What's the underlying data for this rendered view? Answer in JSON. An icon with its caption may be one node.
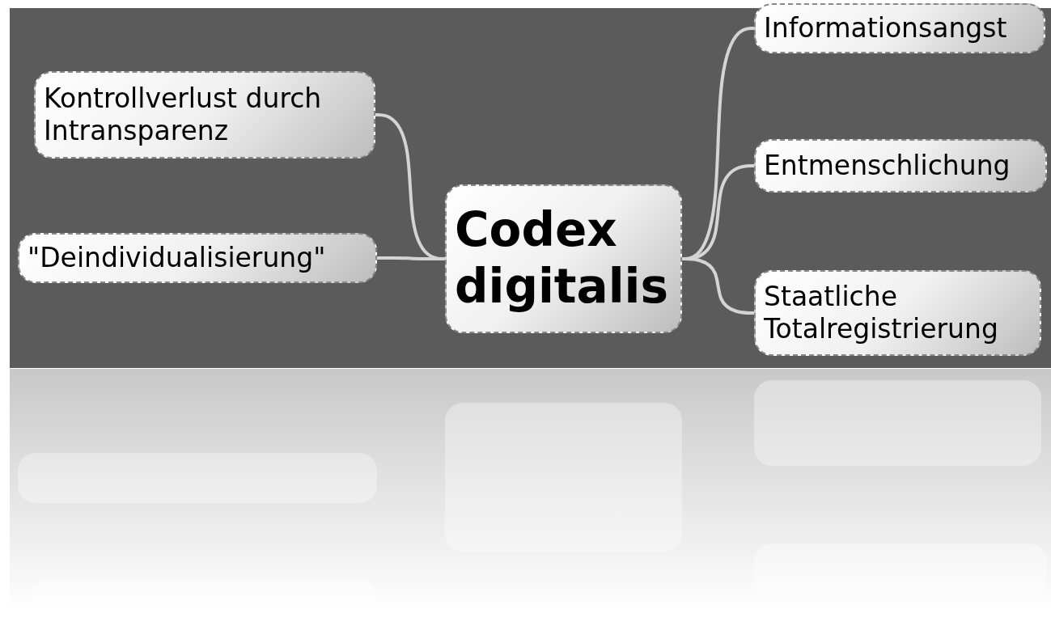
{
  "diagram": {
    "nodes": [
      {
        "text": [
          "Codex digitalis"
        ]
      },
      {
        "text": [
          "Kontrollverlust durch Intransparenz"
        ]
      },
      {
        "text": [
          "\"Deindividualisierung\""
        ]
      },
      {
        "text": [
          "Informationsangst"
        ]
      },
      {
        "text": [
          "Entmenschlichung"
        ]
      },
      {
        "text": [
          "Staatliche Totalregistrierung"
        ]
      }
    ],
    "edges": [
      {
        "from": 0,
        "to": 1,
        "arrow": "none"
      },
      {
        "from": 0,
        "to": 2,
        "arrow": "none"
      },
      {
        "from": 0,
        "to": 3,
        "arrow": "none"
      },
      {
        "from": 0,
        "to": 4,
        "arrow": "none"
      },
      {
        "from": 0,
        "to": 5,
        "arrow": "none"
      }
    ]
  }
}
